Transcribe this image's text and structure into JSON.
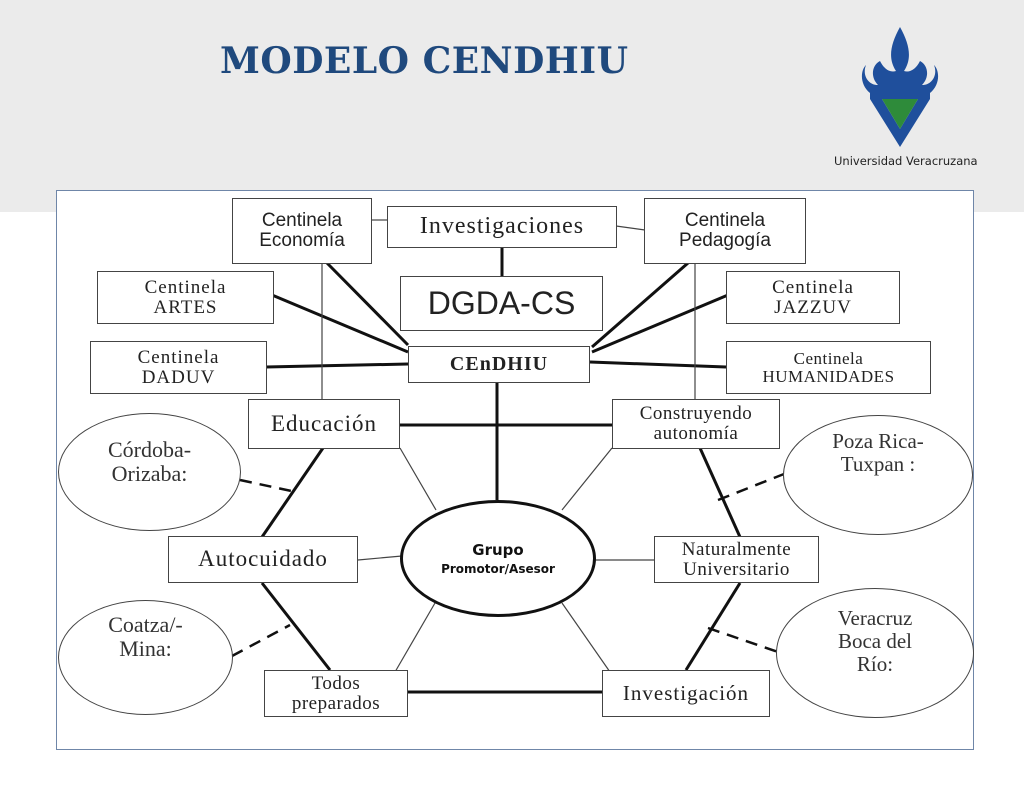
{
  "title": "MODELO CENDHIU",
  "logo": {
    "caption": "Universidad Veracruzana",
    "colors": {
      "blue": "#1f4f9c",
      "green": "#2e8b3a"
    }
  },
  "diagram": {
    "top_boxes": {
      "economia": "Centinela\nEconomía",
      "investigaciones": "Investigaciones",
      "pedagogia": "Centinela\nPedagogía",
      "artes": "Centinela\nARTES",
      "dgda": "DGDA-CS",
      "jazzuv": "Centinela\nJAZZUV",
      "daduv": "Centinela\nDADUV",
      "cendhiu": "CEnDHIU",
      "humanidades": "Centinela\nHUMANIDADES"
    },
    "hexagon": {
      "educacion": "Educación",
      "construyendo": "Construyendo\nautonomía",
      "autocuidado": "Autocuidado",
      "naturalmente": "Naturalmente\nUniversitario",
      "todos": "Todos\npreparados",
      "investigacion": "Investigación"
    },
    "center": {
      "line1": "Grupo",
      "line2": "Promotor/Asesor"
    },
    "regions": {
      "cordoba": "Córdoba-\nOrizaba:",
      "coatza": "Coatza/-\nMina:",
      "pozarica": "Poza Rica-\nTuxpan :",
      "veracruz": "Veracruz\nBoca del\nRío:"
    }
  }
}
